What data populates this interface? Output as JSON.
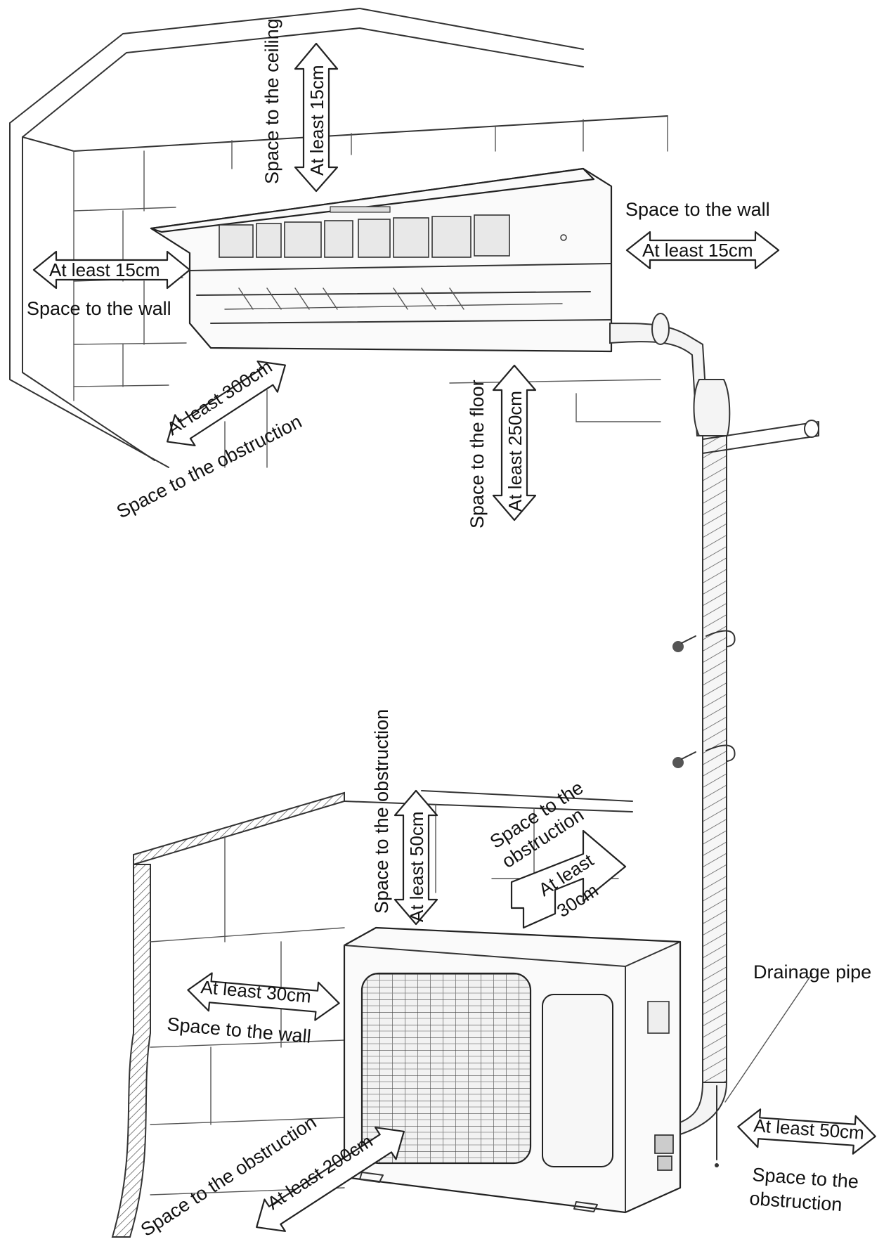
{
  "labels": {
    "indoor_ceiling_space": "Space to the ceiling",
    "indoor_ceiling_min": "At least 15cm",
    "indoor_right_wall_space": "Space to the wall",
    "indoor_right_wall_min": "At least 15cm",
    "indoor_left_wall_min": "At least 15cm",
    "indoor_left_wall_space": "Space to the wall",
    "indoor_front_obstruction_min": "At least 300cm",
    "indoor_front_obstruction_space": "Space to the obstruction",
    "indoor_floor_space": "Space to the floor",
    "indoor_floor_min": "At least 250cm",
    "outdoor_top_obstruction_space": "Space to the obstruction",
    "outdoor_top_obstruction_min": "At least 50cm",
    "outdoor_back_obstruction_space_1": "Space to the",
    "outdoor_back_obstruction_space_2": "obstruction",
    "outdoor_back_min_1": "At least",
    "outdoor_back_min_2": "30cm",
    "outdoor_left_wall_min": "At least 30cm",
    "outdoor_left_wall_space": "Space to the wall",
    "outdoor_front_obstruction_space": "Space to the obstruction",
    "outdoor_front_obstruction_min": "At least 200cm",
    "drainage_pipe": "Drainage pipe",
    "outdoor_right_obstruction_min": "At least 50cm",
    "outdoor_right_obstruction_space_1": "Space to the",
    "outdoor_right_obstruction_space_2": "obstruction"
  },
  "colors": {
    "line": "#222222",
    "arrow_fill": "#ffffff",
    "panel_fill": "#e8e8e8",
    "background": "#ffffff"
  }
}
